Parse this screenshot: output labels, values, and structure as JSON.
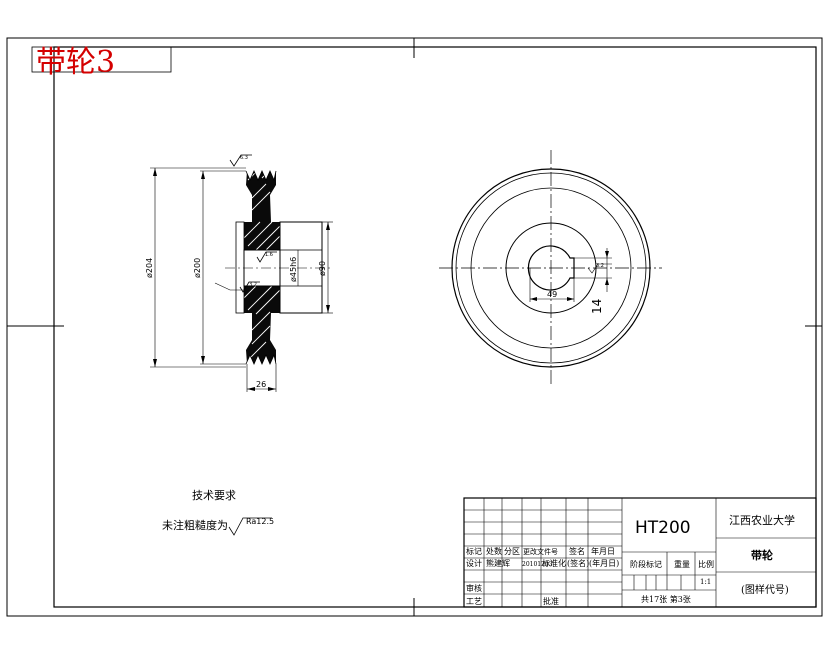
{
  "sheet_label": "带轮3",
  "front_view": {
    "dimensions": {
      "outer_diameter": "ø204",
      "pitch_diameter": "ø200",
      "bore": "ø45h6",
      "hub_diameter": "ø90",
      "width": "26"
    },
    "roughness_marks": [
      "6.3",
      "1.6",
      "3.2"
    ]
  },
  "side_view": {
    "dimensions": {
      "key_width": "49",
      "key_depth": "14"
    },
    "roughness_mark": "3.2"
  },
  "tech_requirements": {
    "title": "技术要求",
    "line1": "未注粗糙度为",
    "roughness": "Ra12.5"
  },
  "title_block": {
    "material": "HT200",
    "school": "江西农业大学",
    "part_name": "带轮",
    "drawing_code": "(图样代号)",
    "headers": [
      "标记",
      "处数",
      "分区",
      "更改文件号",
      "签名",
      "年月日"
    ],
    "design_label": "设计",
    "designer": "熊建辉",
    "design_date": "20101203",
    "standardize_label": "标准化",
    "sign_label": "(签名)",
    "date_label": "(年月日)",
    "stage_label": "阶段标记",
    "weight_label": "重量",
    "scale_label": "比例",
    "scale_value": "1:1",
    "review_label": "审核",
    "process_label": "工艺",
    "approve_label": "批准",
    "sheets": "共17张 第3张"
  }
}
